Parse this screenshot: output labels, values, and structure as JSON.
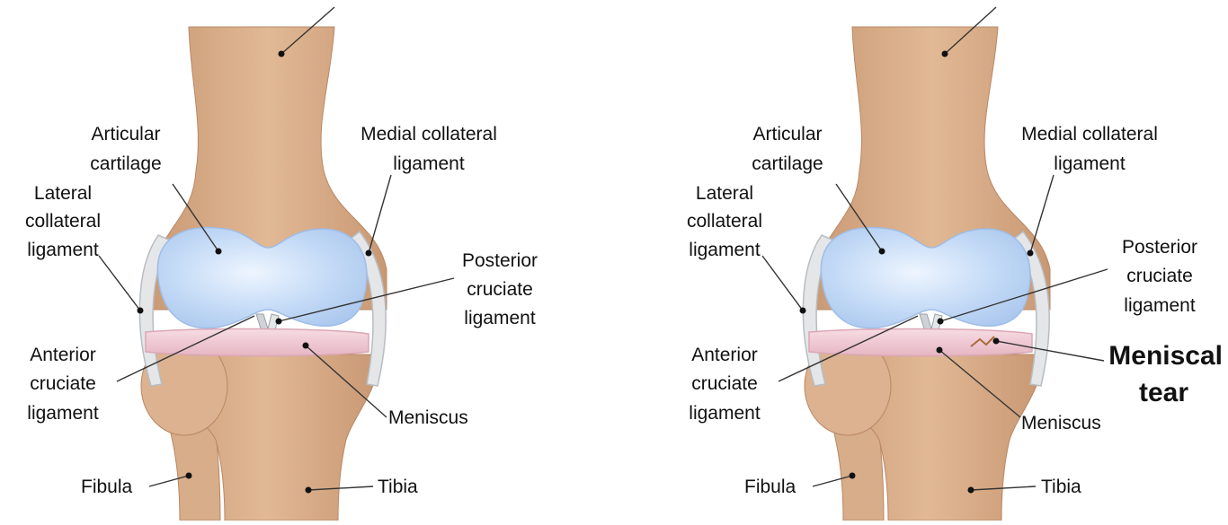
{
  "colors": {
    "bone": "#d6a985",
    "bone_shadow": "#b98764",
    "bone_light": "#e8c3a3",
    "cartilage": "#b9d3f3",
    "cartilage_edge": "#9fbde6",
    "ligament": "#e4e6e8",
    "ligament_edge": "#b8bdc2",
    "meniscus": "#f0cbd5",
    "meniscus_edge": "#dba7b6",
    "leader": "#333333",
    "text": "#111111"
  },
  "diagrams": [
    {
      "id": "healthy-knee",
      "labels": {
        "articular_cartilage": [
          "Articular",
          "cartilage"
        ],
        "medial_collateral_ligament": [
          "Medial collateral",
          "ligament"
        ],
        "lateral_collateral_ligament": [
          "Lateral",
          "collateral",
          "ligament"
        ],
        "posterior_cruciate_ligament": [
          "Posterior",
          "cruciate",
          "ligament"
        ],
        "anterior_cruciate_ligament": [
          "Anterior",
          "cruciate",
          "ligament"
        ],
        "meniscus": "Meniscus",
        "fibula": "Fibula",
        "tibia": "Tibia"
      }
    },
    {
      "id": "torn-knee",
      "labels": {
        "articular_cartilage": [
          "Articular",
          "cartilage"
        ],
        "medial_collateral_ligament": [
          "Medial collateral",
          "ligament"
        ],
        "lateral_collateral_ligament": [
          "Lateral",
          "collateral",
          "ligament"
        ],
        "posterior_cruciate_ligament": [
          "Posterior",
          "cruciate",
          "ligament"
        ],
        "anterior_cruciate_ligament": [
          "Anterior",
          "cruciate",
          "ligament"
        ],
        "meniscal_tear": [
          "Meniscal",
          "tear"
        ],
        "meniscus": "Meniscus",
        "fibula": "Fibula",
        "tibia": "Tibia"
      }
    }
  ]
}
